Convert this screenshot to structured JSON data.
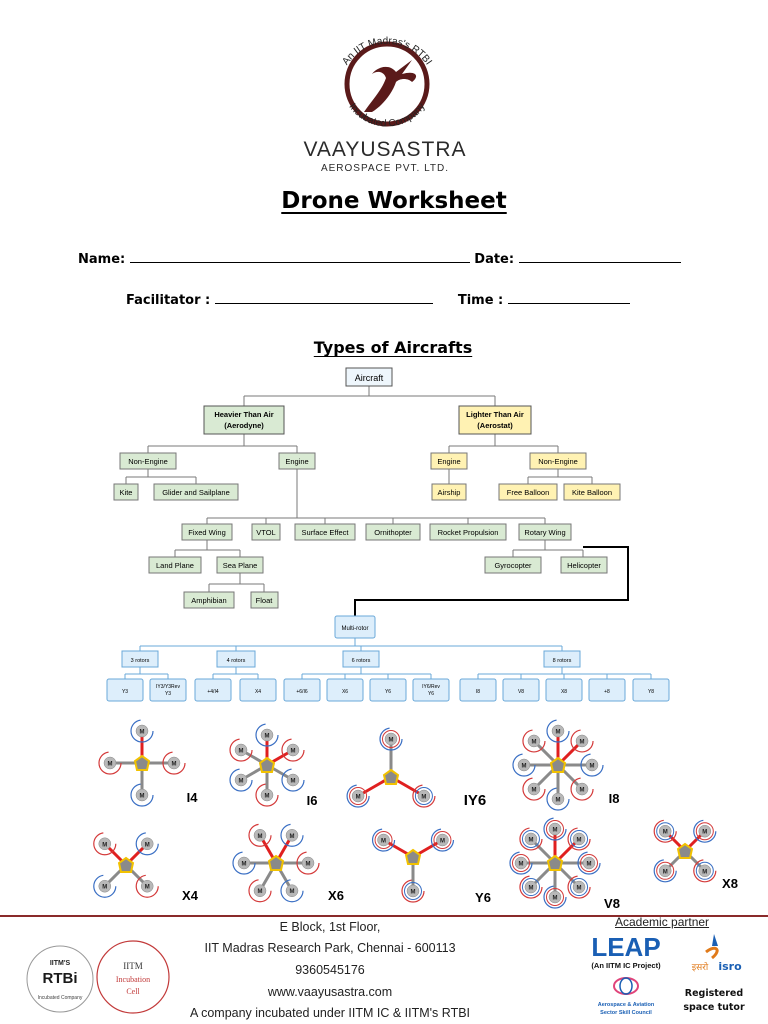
{
  "logo": {
    "arc_text": "An IIT Madras's RTBI",
    "bottom_arc_text": "Incubated Company",
    "brand_name": "VAAYUSASTRA",
    "brand_sub": "AEROSPACE PVT. LTD."
  },
  "title": "Drone Worksheet",
  "form": {
    "name_label": "Name:",
    "date_label": "Date:",
    "facilitator_label": "Facilitator :",
    "time_label": "Time :"
  },
  "subtitle": "Types of Aircrafts",
  "tree": {
    "root": "Aircraft",
    "heavier": [
      "Heavier Than Air",
      "(Aerodyne)"
    ],
    "lighter": [
      "Lighter Than Air",
      "(Aerostat)"
    ],
    "h_nonengine": "Non-Engine",
    "h_engine": "Engine",
    "kite": "Kite",
    "glider": "Glider and Sailplane",
    "l_engine": "Engine",
    "l_nonengine": "Non-Engine",
    "airship": "Airship",
    "free_balloon": "Free Balloon",
    "kite_balloon": "Kite Balloon",
    "fixed_wing": "Fixed Wing",
    "vtol": "VTOL",
    "surface_effect": "Surface Effect",
    "ornithopter": "Ornithopter",
    "rocket": "Rocket Propulsion",
    "rotary": "Rotary Wing",
    "land_plane": "Land Plane",
    "sea_plane": "Sea Plane",
    "amphibian": "Amphibian",
    "float": "Float",
    "gyrocopter": "Gyrocopter",
    "helicopter": "Helicopter",
    "multirotor": "Multi-rotor",
    "rotors3": "3 rotors",
    "rotors4": "4 rotors",
    "rotors6": "6 rotors",
    "rotors8": "8 rotors",
    "leaves": [
      "Y3",
      "IY3/Y3Rev Y3",
      "+4/I4",
      "X4",
      "+6/I6",
      "X6",
      "Y6",
      "IY6/Rev Y6",
      "I8",
      "V8",
      "X8",
      "+8",
      "Y8"
    ]
  },
  "layouts": {
    "labels": [
      "I4",
      "I6",
      "IY6",
      "I8",
      "X4",
      "X6",
      "Y6",
      "V8",
      "X8"
    ],
    "motor_label": "M"
  },
  "footer": {
    "line1": "E Block, 1st Floor,",
    "line2": "IIT Madras Research Park, Chennai - 600113",
    "line3": "9360545176",
    "line4": "www.vaayusastra.com",
    "line5": "A company incubated under IITM IC & IITM's RTBI",
    "partner_label": "Academic partner",
    "rtbi_top": "IITM'S",
    "rtbi_name": "RTBi",
    "rtbi_sub": "Incubated Company",
    "iitm_1": "IITM",
    "iitm_2": "Incubation",
    "iitm_3": "Cell",
    "leap": "LEAP",
    "leap_sub": "(An IITM IC Project)",
    "asc_1": "Aerospace & Aviation",
    "asc_2": "Sector Skill Council",
    "isro_hindi": "इसरो",
    "isro": "isro",
    "registered_1": "Registered",
    "registered_2": "space tutor"
  },
  "colors": {
    "logo_maroon": "#5a1a1a",
    "green_box": "#d9ead3",
    "yellow_box": "#fff2b3",
    "blue_box": "#ddeefb",
    "arm_red": "#e02020",
    "hub_yellow": "#f2c200",
    "leap_blue": "#1a5fb4"
  }
}
